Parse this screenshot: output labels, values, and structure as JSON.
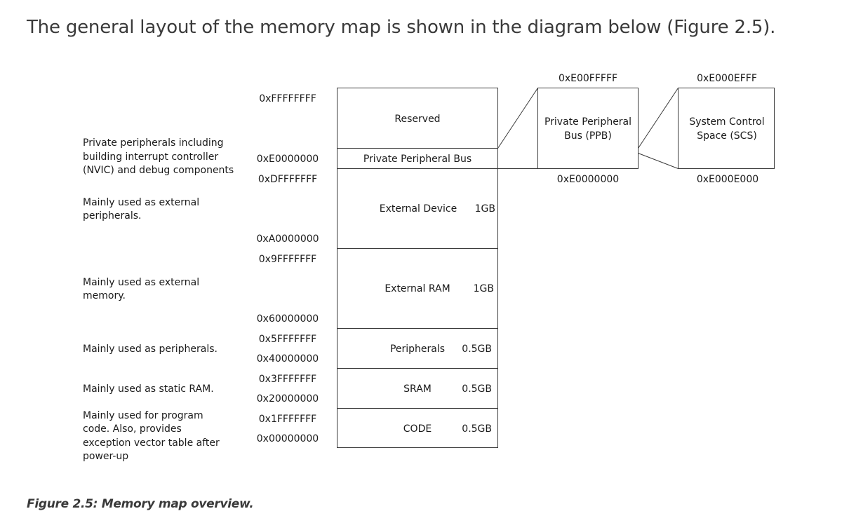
{
  "heading": "The general layout of the memory map is shown in the diagram below (Figure 2.5).",
  "caption": "Figure 2.5: Memory map overview.",
  "regions": [
    {
      "id": "reserved",
      "name": "Reserved",
      "size": ""
    },
    {
      "id": "ppb",
      "name": "Private Peripheral Bus",
      "size": ""
    },
    {
      "id": "ext-device",
      "name": "External Device",
      "size": "1GB"
    },
    {
      "id": "ext-ram",
      "name": "External RAM",
      "size": "1GB"
    },
    {
      "id": "peripherals",
      "name": "Peripherals",
      "size": "0.5GB"
    },
    {
      "id": "sram",
      "name": "SRAM",
      "size": "0.5GB"
    },
    {
      "id": "code",
      "name": "CODE",
      "size": "0.5GB"
    }
  ],
  "addresses": [
    "0xFFFFFFFF",
    "0xE0000000",
    "0xDFFFFFFF",
    "0xA0000000",
    "0x9FFFFFFF",
    "0x60000000",
    "0x5FFFFFFF",
    "0x40000000",
    "0x3FFFFFFF",
    "0x20000000",
    "0x1FFFFFFF",
    "0x00000000"
  ],
  "descriptions": [
    {
      "region": "ppb",
      "lines": [
        "Private peripherals including",
        "building interrupt controller",
        "(NVIC) and debug components"
      ]
    },
    {
      "region": "ext-device",
      "lines": [
        "Mainly used as external",
        "peripherals."
      ]
    },
    {
      "region": "ext-ram",
      "lines": [
        "Mainly used as external",
        "memory."
      ]
    },
    {
      "region": "peripherals",
      "lines": [
        "Mainly used as peripherals."
      ]
    },
    {
      "region": "sram",
      "lines": [
        "Mainly used as static RAM."
      ]
    },
    {
      "region": "code",
      "lines": [
        "Mainly used for program",
        "code. Also, provides",
        "exception vector table after",
        "power-up"
      ]
    }
  ],
  "ppb_zoom": {
    "lines": [
      "Private Peripheral",
      "Bus (PPB)"
    ],
    "top_address": "0xE00FFFFF",
    "bottom_address": "0xE0000000"
  },
  "scs_zoom": {
    "lines": [
      "System Control",
      "Space (SCS)"
    ],
    "top_address": "0xE000EFFF",
    "bottom_address": "0xE000E000"
  }
}
